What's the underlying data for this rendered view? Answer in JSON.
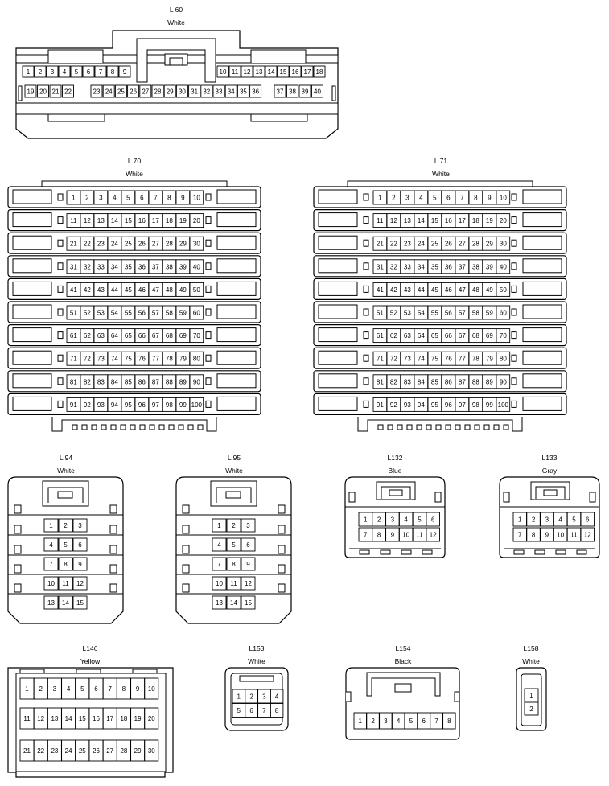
{
  "connectors": [
    {
      "id": "l60",
      "name": "L 60",
      "color": "White",
      "rows": [
        [
          "1",
          "2",
          "3",
          "4",
          "5",
          "6",
          "7",
          "8",
          "9",
          "10",
          "11",
          "12",
          "13",
          "14",
          "15",
          "16",
          "17",
          "18"
        ],
        [
          "19",
          "20",
          "21",
          "22",
          "23",
          "24",
          "25",
          "26",
          "27",
          "28",
          "29",
          "30",
          "31",
          "32",
          "33",
          "34",
          "35",
          "36",
          "37",
          "38",
          "39",
          "40"
        ]
      ]
    },
    {
      "id": "l70",
      "name": "L 70",
      "color": "White",
      "grid": {
        "rows": 10,
        "cols": 10,
        "start": 1
      }
    },
    {
      "id": "l71",
      "name": "L 71",
      "color": "White",
      "grid": {
        "rows": 10,
        "cols": 10,
        "start": 1
      }
    },
    {
      "id": "l94",
      "name": "L 94",
      "color": "White",
      "grid": {
        "rows": 5,
        "cols": 3,
        "start": 1
      }
    },
    {
      "id": "l95",
      "name": "L 95",
      "color": "White",
      "grid": {
        "rows": 5,
        "cols": 3,
        "start": 1
      }
    },
    {
      "id": "l132",
      "name": "L132",
      "color": "Blue",
      "grid": {
        "rows": 2,
        "cols": 6,
        "start": 1
      }
    },
    {
      "id": "l133",
      "name": "L133",
      "color": "Gray",
      "grid": {
        "rows": 2,
        "cols": 6,
        "start": 1
      }
    },
    {
      "id": "l146",
      "name": "L146",
      "color": "Yellow",
      "grid": {
        "rows": 3,
        "cols": 10,
        "start": 1
      }
    },
    {
      "id": "l153",
      "name": "L153",
      "color": "White",
      "grid": {
        "rows": 2,
        "cols": 4,
        "start": 1
      }
    },
    {
      "id": "l154",
      "name": "L154",
      "color": "Black",
      "grid": {
        "rows": 1,
        "cols": 8,
        "start": 1
      }
    },
    {
      "id": "l158",
      "name": "L158",
      "color": "White",
      "grid": {
        "rows": 2,
        "cols": 1,
        "start": 1
      }
    }
  ]
}
